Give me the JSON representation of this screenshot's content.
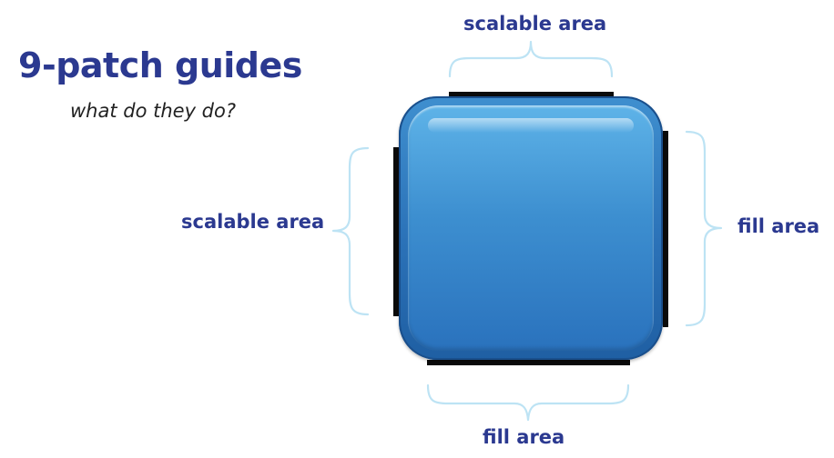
{
  "title": "9-patch guides",
  "subtitle": "what do they do?",
  "labels": {
    "top": "scalable area",
    "left": "scalable area",
    "right": "fill area",
    "bottom": "fill area"
  },
  "colors": {
    "heading": "#2b3990",
    "guide": "#0b0b0b",
    "brace": "#bde3f4",
    "tile_light": "#5eb3e8",
    "tile_dark": "#1f5fa3"
  }
}
